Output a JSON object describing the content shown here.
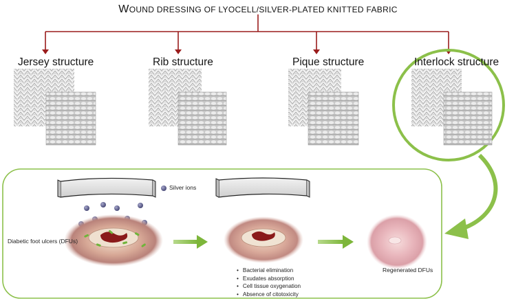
{
  "title": {
    "first_letter": "W",
    "rest": "OUND DRESSING OF LYOCELL/SILVER-PLATED KNITTED FABRIC"
  },
  "structures": [
    {
      "label": "Jersey structure"
    },
    {
      "label": "Rib structure"
    },
    {
      "label": "Pique structure"
    },
    {
      "label": "Interlock structure"
    }
  ],
  "process": {
    "silver_ions_label": "Silver ions",
    "wound_label": "Diabetic foot ulcers (DFUs)",
    "regenerated_label": "Regenerated DFUs",
    "benefits": [
      "Bacterial elimination",
      "Exudates absorption",
      "Cell tissue oxygenation",
      "Absence of citotoxicity"
    ]
  },
  "colors": {
    "tree_line": "#9a1c1c",
    "green_accent": "#8cc04a",
    "ion": "#5c5d88",
    "wound_red": "#8a1a1a"
  }
}
